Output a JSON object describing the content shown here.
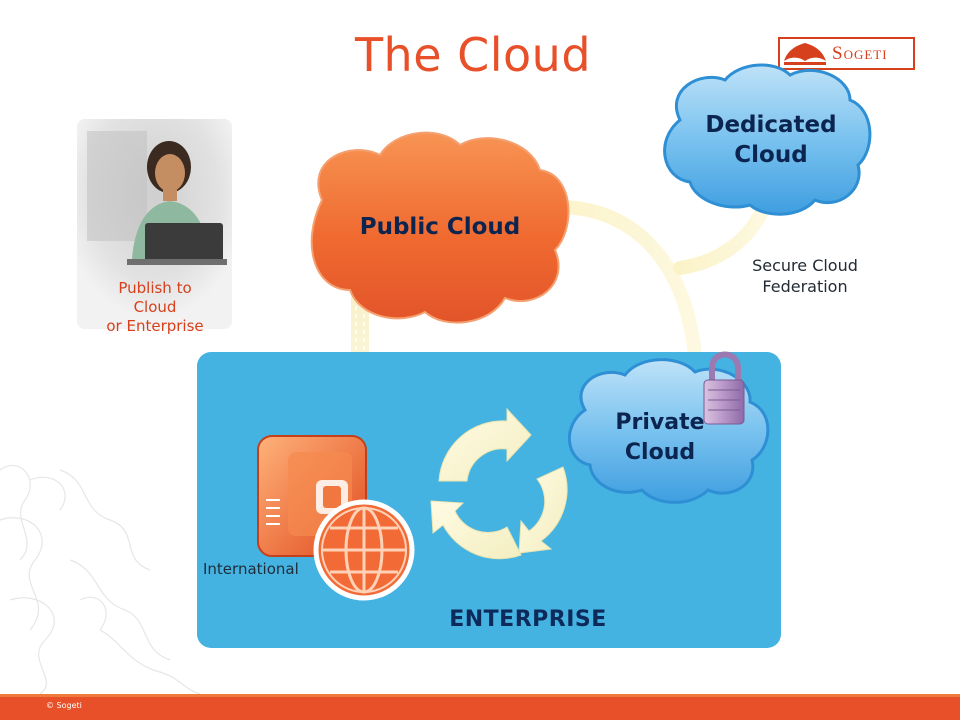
{
  "title": "The Cloud",
  "logo": {
    "text": "Sogeti"
  },
  "photo_card": {
    "caption_lines": [
      "Publish to",
      "Cloud",
      "or Enterprise"
    ]
  },
  "clouds": {
    "public": {
      "label": "Public Cloud"
    },
    "dedicated": {
      "label_lines": [
        "Dedicated",
        "Cloud"
      ]
    },
    "private": {
      "label_lines": [
        "Private",
        "Cloud"
      ]
    }
  },
  "federation": {
    "label_lines": [
      "Secure Cloud",
      "Federation"
    ]
  },
  "enterprise": {
    "label": "ENTERPRISE",
    "international_label": "International"
  },
  "footer": {
    "copyright": "© Sogeti"
  },
  "colors": {
    "accent": "#e8502a",
    "enterprise": "#45b3e1",
    "public_cloud": "#f06a30",
    "blue_cloud": "#5aaee8",
    "label_dark": "#0b2450"
  },
  "icons": [
    "sogeti-logo-mark",
    "person-photo",
    "padlock-icon",
    "server-icon",
    "globe-icon",
    "refresh-cycle-icon"
  ]
}
